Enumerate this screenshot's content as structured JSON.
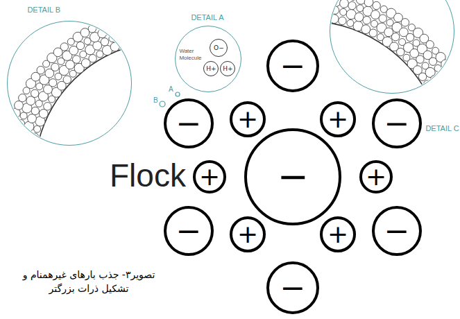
{
  "diagram": {
    "caption": "تصویر۳- جذب بارهای غیرهمنام و تشکیل ذرات بزرگتر",
    "nodes": [
      {
        "text": [
          "DETAIL B"
        ]
      },
      {
        "text": [
          "DETAIL A",
          "Water Molecule"
        ]
      },
      {
        "text": [
          "O−"
        ],
        "in": 1
      },
      {
        "text": [
          "H+"
        ],
        "in": 1
      },
      {
        "text": [
          "H+"
        ],
        "in": 1
      },
      {
        "text": [
          "DETAIL C"
        ]
      },
      {
        "text": [
          "−"
        ]
      },
      {
        "text": [
          "+"
        ]
      },
      {
        "text": [
          "+"
        ]
      },
      {
        "text": [
          "−"
        ]
      },
      {
        "text": [
          "−"
        ]
      },
      {
        "text": [
          "+"
        ]
      },
      {
        "text": [
          "−"
        ]
      },
      {
        "text": [
          "+"
        ]
      },
      {
        "text": [
          "−"
        ]
      },
      {
        "text": [
          "+"
        ]
      },
      {
        "text": [
          "+"
        ]
      },
      {
        "text": [
          "−"
        ]
      },
      {
        "text": [
          "−"
        ]
      }
    ],
    "labels": [
      "Flock",
      "B",
      "A"
    ]
  }
}
